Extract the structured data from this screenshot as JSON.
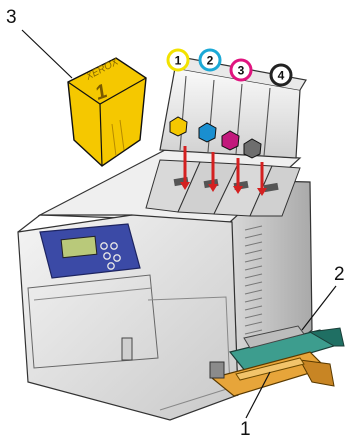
{
  "callouts": {
    "cartridge_callout": "3",
    "long_bar_callout": "2",
    "bottom_tray_callout": "1"
  },
  "badges": [
    {
      "label": "1",
      "color": "#f2e200"
    },
    {
      "label": "2",
      "color": "#1ba9d6"
    },
    {
      "label": "3",
      "color": "#e0157f"
    },
    {
      "label": "4",
      "color": "#222222"
    }
  ],
  "ink_colors": {
    "yellow": "#f5c800",
    "cyan": "#1a8fd0",
    "magenta": "#c2197c",
    "black": "#6e6e6e"
  },
  "arrow_color": "#d42020",
  "ink_stick_brand": "XEROX",
  "ink_stick_number": "1",
  "panel_color": "#3b4aa6",
  "lcd_color": "#b9c97a"
}
